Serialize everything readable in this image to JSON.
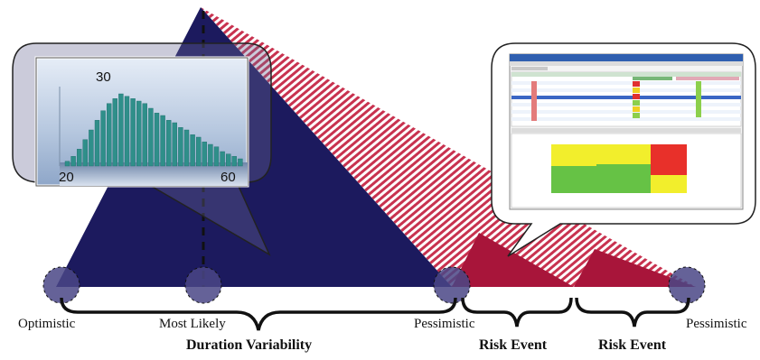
{
  "histogram": {
    "peak_label": "30",
    "x_min_label": "20",
    "x_max_label": "60",
    "bars": [
      2,
      4,
      7,
      11,
      15,
      19,
      23,
      26,
      28,
      30,
      29,
      28,
      27,
      26,
      24,
      22,
      21,
      19,
      18,
      16,
      15,
      13,
      12,
      10,
      9,
      8,
      6,
      5,
      4,
      3
    ]
  },
  "labels": {
    "optimistic": "Optimistic",
    "most_likely": "Most Likely",
    "pessimistic_1": "Pessimistic",
    "pessimistic_2": "Pessimistic",
    "duration_variability": "Duration Variability",
    "risk_event_1": "Risk Event",
    "risk_event_2": "Risk Event"
  },
  "colors": {
    "navy": "#1c1a5e",
    "crimson": "#a8153a",
    "hatch": "#c8324f",
    "marker": "#4a4786"
  }
}
